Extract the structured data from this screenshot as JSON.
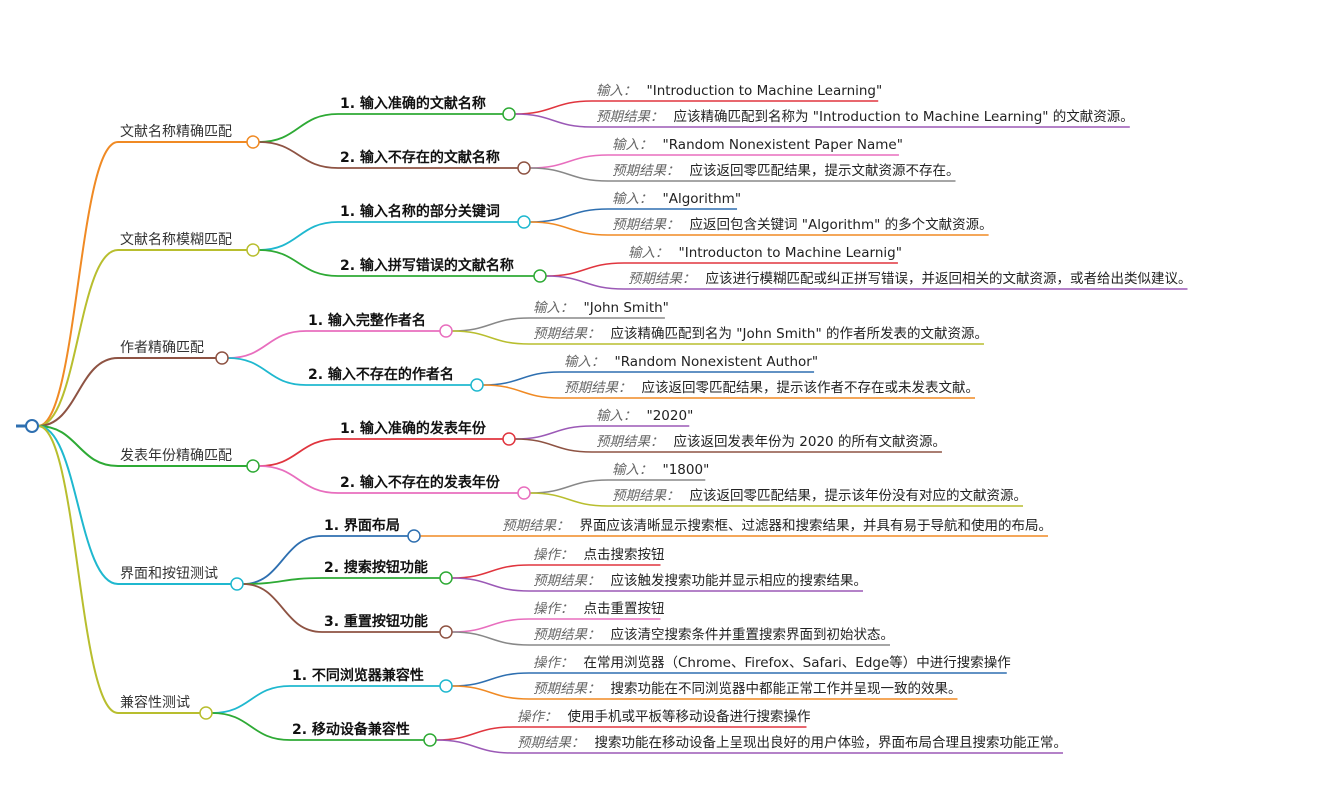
{
  "mindmap": {
    "branches": [
      {
        "label": "文献名称精确匹配",
        "color": "#F08A24",
        "children": [
          {
            "label": "1. 输入准确的文献名称",
            "color": "#2EAA35",
            "leaves": [
              {
                "key": "输入：",
                "value": "\"Introduction to Machine Learning\"",
                "color": "#E0353E"
              },
              {
                "key": "预期结果：",
                "value": "应该精确匹配到名称为 \"Introduction to Machine Learning\" 的文献资源。",
                "color": "#9B59B6"
              }
            ]
          },
          {
            "label": "2. 输入不存在的文献名称",
            "color": "#8E5343",
            "leaves": [
              {
                "key": "输入：",
                "value": "\"Random Nonexistent Paper Name\"",
                "color": "#E86EBE"
              },
              {
                "key": "预期结果：",
                "value": "应该返回零匹配结果，提示文献资源不存在。",
                "color": "#888888"
              }
            ]
          }
        ]
      },
      {
        "label": "文献名称模糊匹配",
        "color": "#B8BE2E",
        "children": [
          {
            "label": "1. 输入名称的部分关键词",
            "color": "#1FB8CF",
            "leaves": [
              {
                "key": "输入：",
                "value": "\"Algorithm\"",
                "color": "#2E6FB0"
              },
              {
                "key": "预期结果：",
                "value": "应返回包含关键词 \"Algorithm\" 的多个文献资源。",
                "color": "#F08A24"
              }
            ]
          },
          {
            "label": "2. 输入拼写错误的文献名称",
            "color": "#2EAA35",
            "leaves": [
              {
                "key": "输入：",
                "value": "\"Introducton to Machine Learnig\"",
                "color": "#E0353E"
              },
              {
                "key": "预期结果：",
                "value": "应该进行模糊匹配或纠正拼写错误，并返回相关的文献资源，或者给出类似建议。",
                "color": "#9B59B6"
              }
            ]
          }
        ]
      },
      {
        "label": "作者精确匹配",
        "color": "#8E5343",
        "children": [
          {
            "label": "1. 输入完整作者名",
            "color": "#E86EBE",
            "leaves": [
              {
                "key": "输入：",
                "value": "\"John Smith\"",
                "color": "#888888"
              },
              {
                "key": "预期结果：",
                "value": "应该精确匹配到名为 \"John Smith\" 的作者所发表的文献资源。",
                "color": "#B8BE2E"
              }
            ]
          },
          {
            "label": "2. 输入不存在的作者名",
            "color": "#1FB8CF",
            "leaves": [
              {
                "key": "输入：",
                "value": "\"Random Nonexistent Author\"",
                "color": "#2E6FB0"
              },
              {
                "key": "预期结果：",
                "value": "应该返回零匹配结果，提示该作者不存在或未发表文献。",
                "color": "#F08A24"
              }
            ]
          }
        ]
      },
      {
        "label": "发表年份精确匹配",
        "color": "#2EAA35",
        "children": [
          {
            "label": "1. 输入准确的发表年份",
            "color": "#E0353E",
            "leaves": [
              {
                "key": "输入：",
                "value": "\"2020\"",
                "color": "#9B59B6"
              },
              {
                "key": "预期结果：",
                "value": "应该返回发表年份为 2020 的所有文献资源。",
                "color": "#8E5343"
              }
            ]
          },
          {
            "label": "2. 输入不存在的发表年份",
            "color": "#E86EBE",
            "leaves": [
              {
                "key": "输入：",
                "value": "\"1800\"",
                "color": "#888888"
              },
              {
                "key": "预期结果：",
                "value": "应该返回零匹配结果，提示该年份没有对应的文献资源。",
                "color": "#B8BE2E"
              }
            ]
          }
        ]
      },
      {
        "label": "界面和按钮测试",
        "color": "#1FB8CF",
        "children": [
          {
            "label": "1. 界面布局",
            "color": "#2E6FB0",
            "leaves": [
              {
                "key": "预期结果：",
                "value": "界面应该清晰显示搜索框、过滤器和搜索结果，并具有易于导航和使用的布局。",
                "color": "#F08A24"
              }
            ]
          },
          {
            "label": "2. 搜索按钮功能",
            "color": "#2EAA35",
            "leaves": [
              {
                "key": "操作：",
                "value": "点击搜索按钮",
                "color": "#E0353E"
              },
              {
                "key": "预期结果：",
                "value": "应该触发搜索功能并显示相应的搜索结果。",
                "color": "#9B59B6"
              }
            ]
          },
          {
            "label": "3. 重置按钮功能",
            "color": "#8E5343",
            "leaves": [
              {
                "key": "操作：",
                "value": "点击重置按钮",
                "color": "#E86EBE"
              },
              {
                "key": "预期结果：",
                "value": "应该清空搜索条件并重置搜索界面到初始状态。",
                "color": "#888888"
              }
            ]
          }
        ]
      },
      {
        "label": "兼容性测试",
        "color": "#B8BE2E",
        "children": [
          {
            "label": "1. 不同浏览器兼容性",
            "color": "#1FB8CF",
            "leaves": [
              {
                "key": "操作：",
                "value": "在常用浏览器（Chrome、Firefox、Safari、Edge等）中进行搜索操作",
                "color": "#2E6FB0"
              },
              {
                "key": "预期结果：",
                "value": "搜索功能在不同浏览器中都能正常工作并呈现一致的效果。",
                "color": "#F08A24"
              }
            ]
          },
          {
            "label": "2. 移动设备兼容性",
            "color": "#2EAA35",
            "leaves": [
              {
                "key": "操作：",
                "value": "使用手机或平板等移动设备进行搜索操作",
                "color": "#E0353E"
              },
              {
                "key": "预期结果：",
                "value": "搜索功能在移动设备上呈现出良好的用户体验，界面布局合理且搜索功能正常。",
                "color": "#9B59B6"
              }
            ]
          }
        ]
      }
    ]
  }
}
